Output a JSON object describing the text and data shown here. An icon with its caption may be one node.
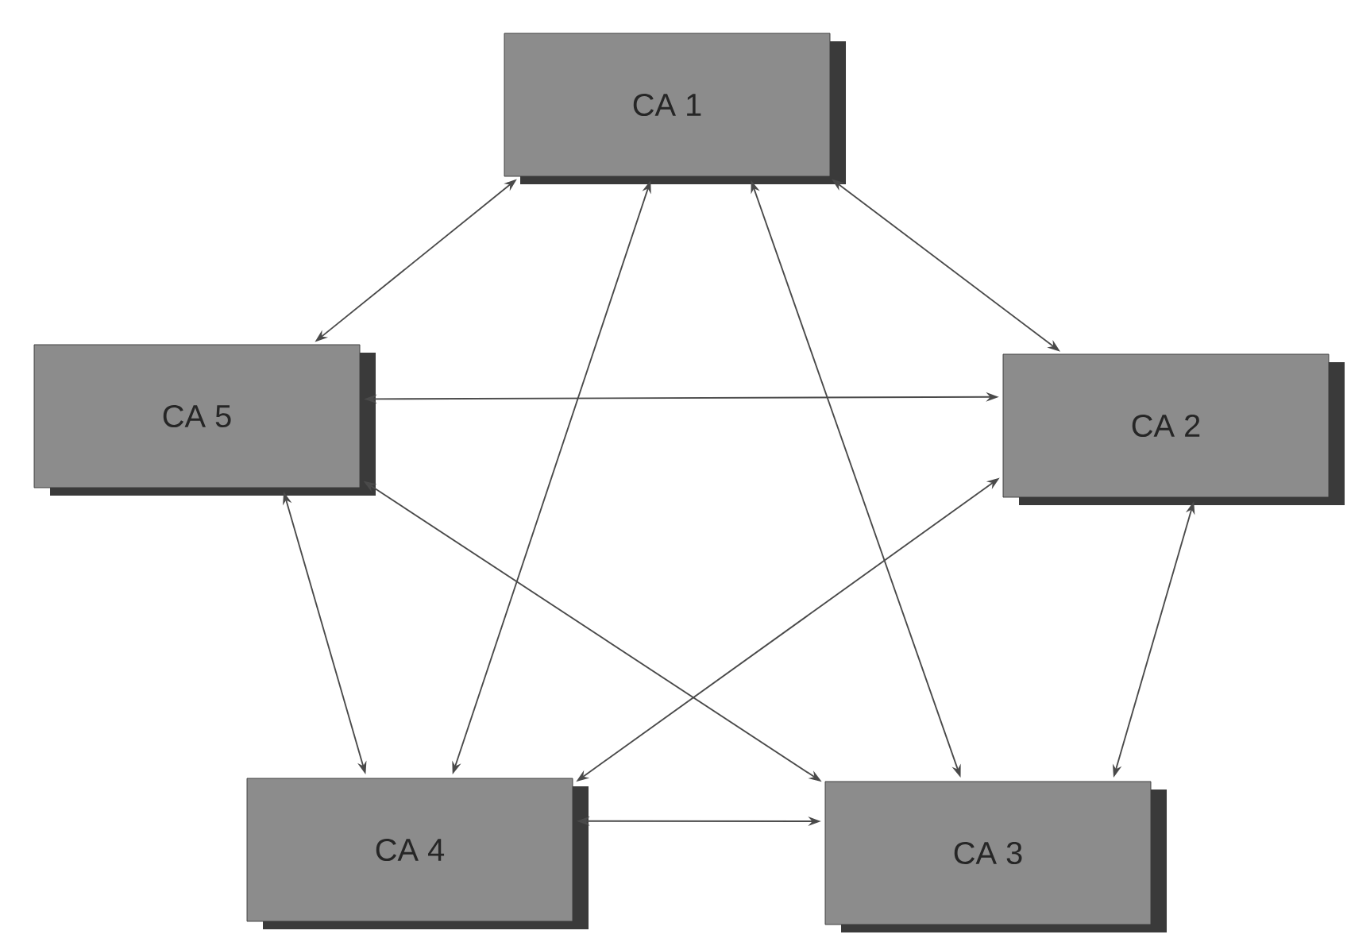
{
  "diagram": {
    "nodes": [
      {
        "text": [
          "CA 1"
        ]
      },
      {
        "text": [
          "CA 5"
        ]
      },
      {
        "text": [
          "CA 2"
        ]
      },
      {
        "text": [
          "CA 4"
        ]
      },
      {
        "text": [
          "CA 3"
        ]
      }
    ],
    "edges": [
      {
        "from": 0,
        "to": 1,
        "arrow": "both"
      },
      {
        "from": 0,
        "to": 2,
        "arrow": "both"
      },
      {
        "from": 0,
        "to": 3,
        "arrow": "both"
      },
      {
        "from": 0,
        "to": 4,
        "arrow": "both"
      },
      {
        "from": 1,
        "to": 2,
        "arrow": "both"
      },
      {
        "from": 1,
        "to": 4,
        "arrow": "both"
      },
      {
        "from": 1,
        "to": 3,
        "arrow": "both"
      },
      {
        "from": 2,
        "to": 3,
        "arrow": "both"
      },
      {
        "from": 2,
        "to": 4,
        "arrow": "both"
      },
      {
        "from": 3,
        "to": 4,
        "arrow": "both"
      }
    ]
  }
}
